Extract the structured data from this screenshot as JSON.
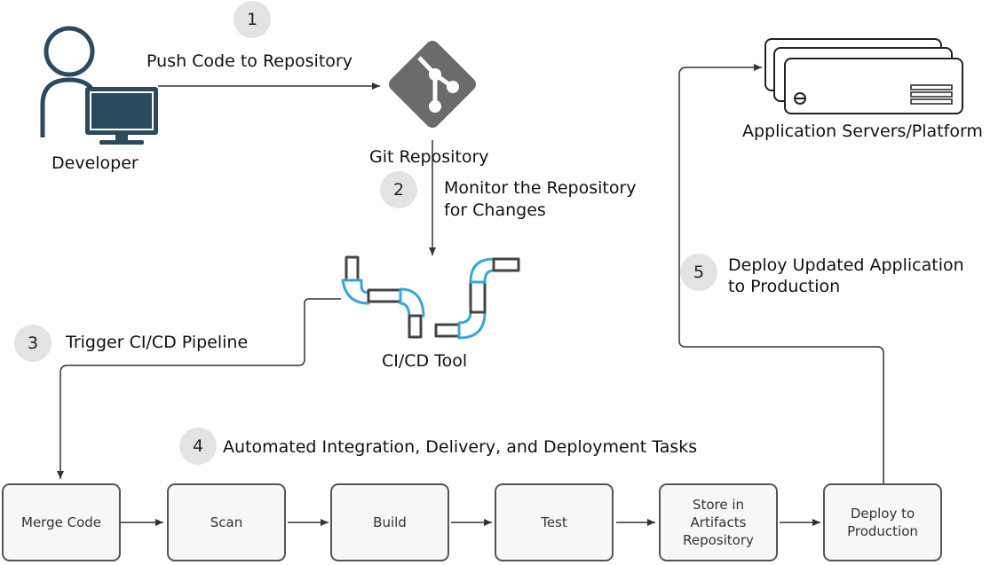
{
  "actors": {
    "developer": "Developer",
    "git_repository": "Git Repository",
    "application_servers": "Application Servers/Platform",
    "cicd_tool": "CI/CD Tool"
  },
  "steps": [
    {
      "number": "1",
      "label": "Push Code to Repository"
    },
    {
      "number": "2",
      "label_line1": "Monitor the Repository",
      "label_line2": "for Changes"
    },
    {
      "number": "3",
      "label": "Trigger CI/CD Pipeline"
    },
    {
      "number": "4",
      "label": "Automated Integration, Delivery, and Deployment Tasks"
    },
    {
      "number": "5",
      "label_line1": "Deploy Updated Application",
      "label_line2": "to Production"
    }
  ],
  "pipeline_stages": [
    {
      "line1": "Merge Code",
      "line2": ""
    },
    {
      "line1": "Scan",
      "line2": ""
    },
    {
      "line1": "Build",
      "line2": ""
    },
    {
      "line1": "Test",
      "line2": ""
    },
    {
      "line1": "Store in Artifacts",
      "line2": "Repository"
    },
    {
      "line1": "Deploy to",
      "line2": "Production"
    }
  ],
  "colors": {
    "icon_dark": "#2b4a5e",
    "git_gray": "#6b6b6b",
    "pipe_blue": "#3aa6d8",
    "badge_bg": "#e3e3e3",
    "stage_bg": "#f7f7f7",
    "stage_border": "#555555",
    "line": "#333333"
  },
  "icons": [
    "developer-icon",
    "git-logo-icon",
    "server-stack-icon",
    "cicd-pipes-icon"
  ]
}
